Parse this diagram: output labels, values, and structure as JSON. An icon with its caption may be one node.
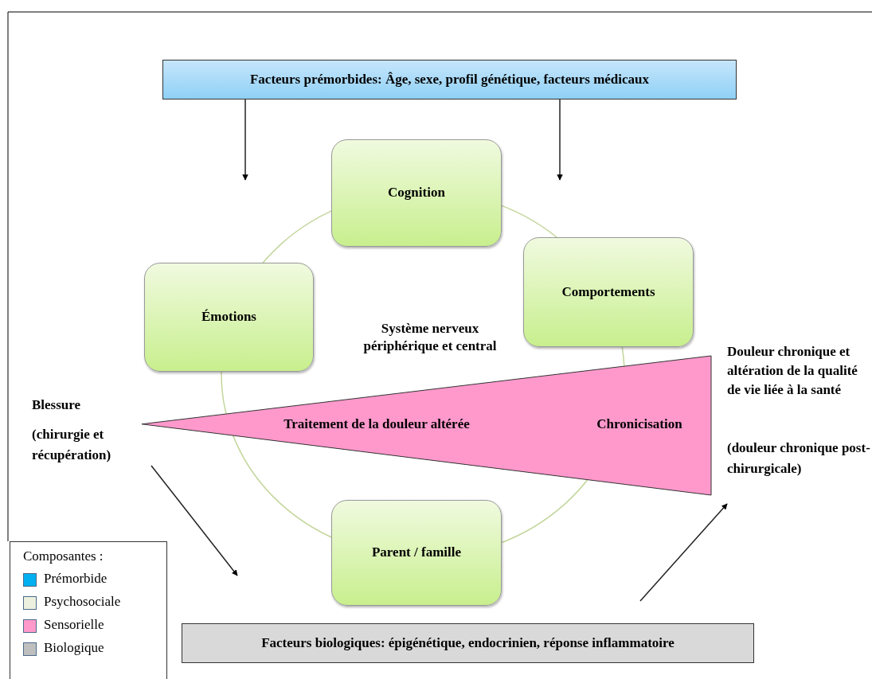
{
  "diagram": {
    "nodes": [
      {
        "text": [
          "Facteurs prémorbides: Âge, sexe, profil génétique, facteurs médicaux"
        ]
      },
      {
        "text": [
          "Système nerveux périphérique et central"
        ]
      },
      {
        "text": [
          "Cognition"
        ]
      },
      {
        "text": [
          "Comportements"
        ]
      },
      {
        "text": [
          "Émotions"
        ]
      },
      {
        "text": [
          "Parent / famille"
        ]
      },
      {
        "text": [
          "Traitement de la douleur altérée",
          "Chronicisation"
        ]
      },
      {
        "text": [
          "Blessure",
          "(chirurgie et récupération)"
        ]
      },
      {
        "text": [
          "Douleur chronique et altération de la qualité de vie liée à la santé",
          "(douleur chronique post-chirurgicale)"
        ]
      },
      {
        "text": [
          "Facteurs biologiques: épigénétique, endocrinien, réponse inflammatoire"
        ]
      }
    ],
    "edges": [
      {
        "from": 0,
        "to": null,
        "arrow": "to"
      },
      {
        "from": 0,
        "to": null,
        "arrow": "to"
      },
      {
        "from": 7,
        "to": null,
        "arrow": "to"
      },
      {
        "from": null,
        "to": 8,
        "arrow": "to"
      }
    ],
    "labels": [
      "Composantes :"
    ],
    "legend": [
      {
        "text": "Prémorbide",
        "color": "#00b0f0"
      },
      {
        "text": "Psychosociale",
        "color": "#ebf1de"
      },
      {
        "text": "Sensorielle",
        "color": "#ff99cc"
      },
      {
        "text": "Biologique",
        "color": "#bfbfbf"
      }
    ]
  }
}
